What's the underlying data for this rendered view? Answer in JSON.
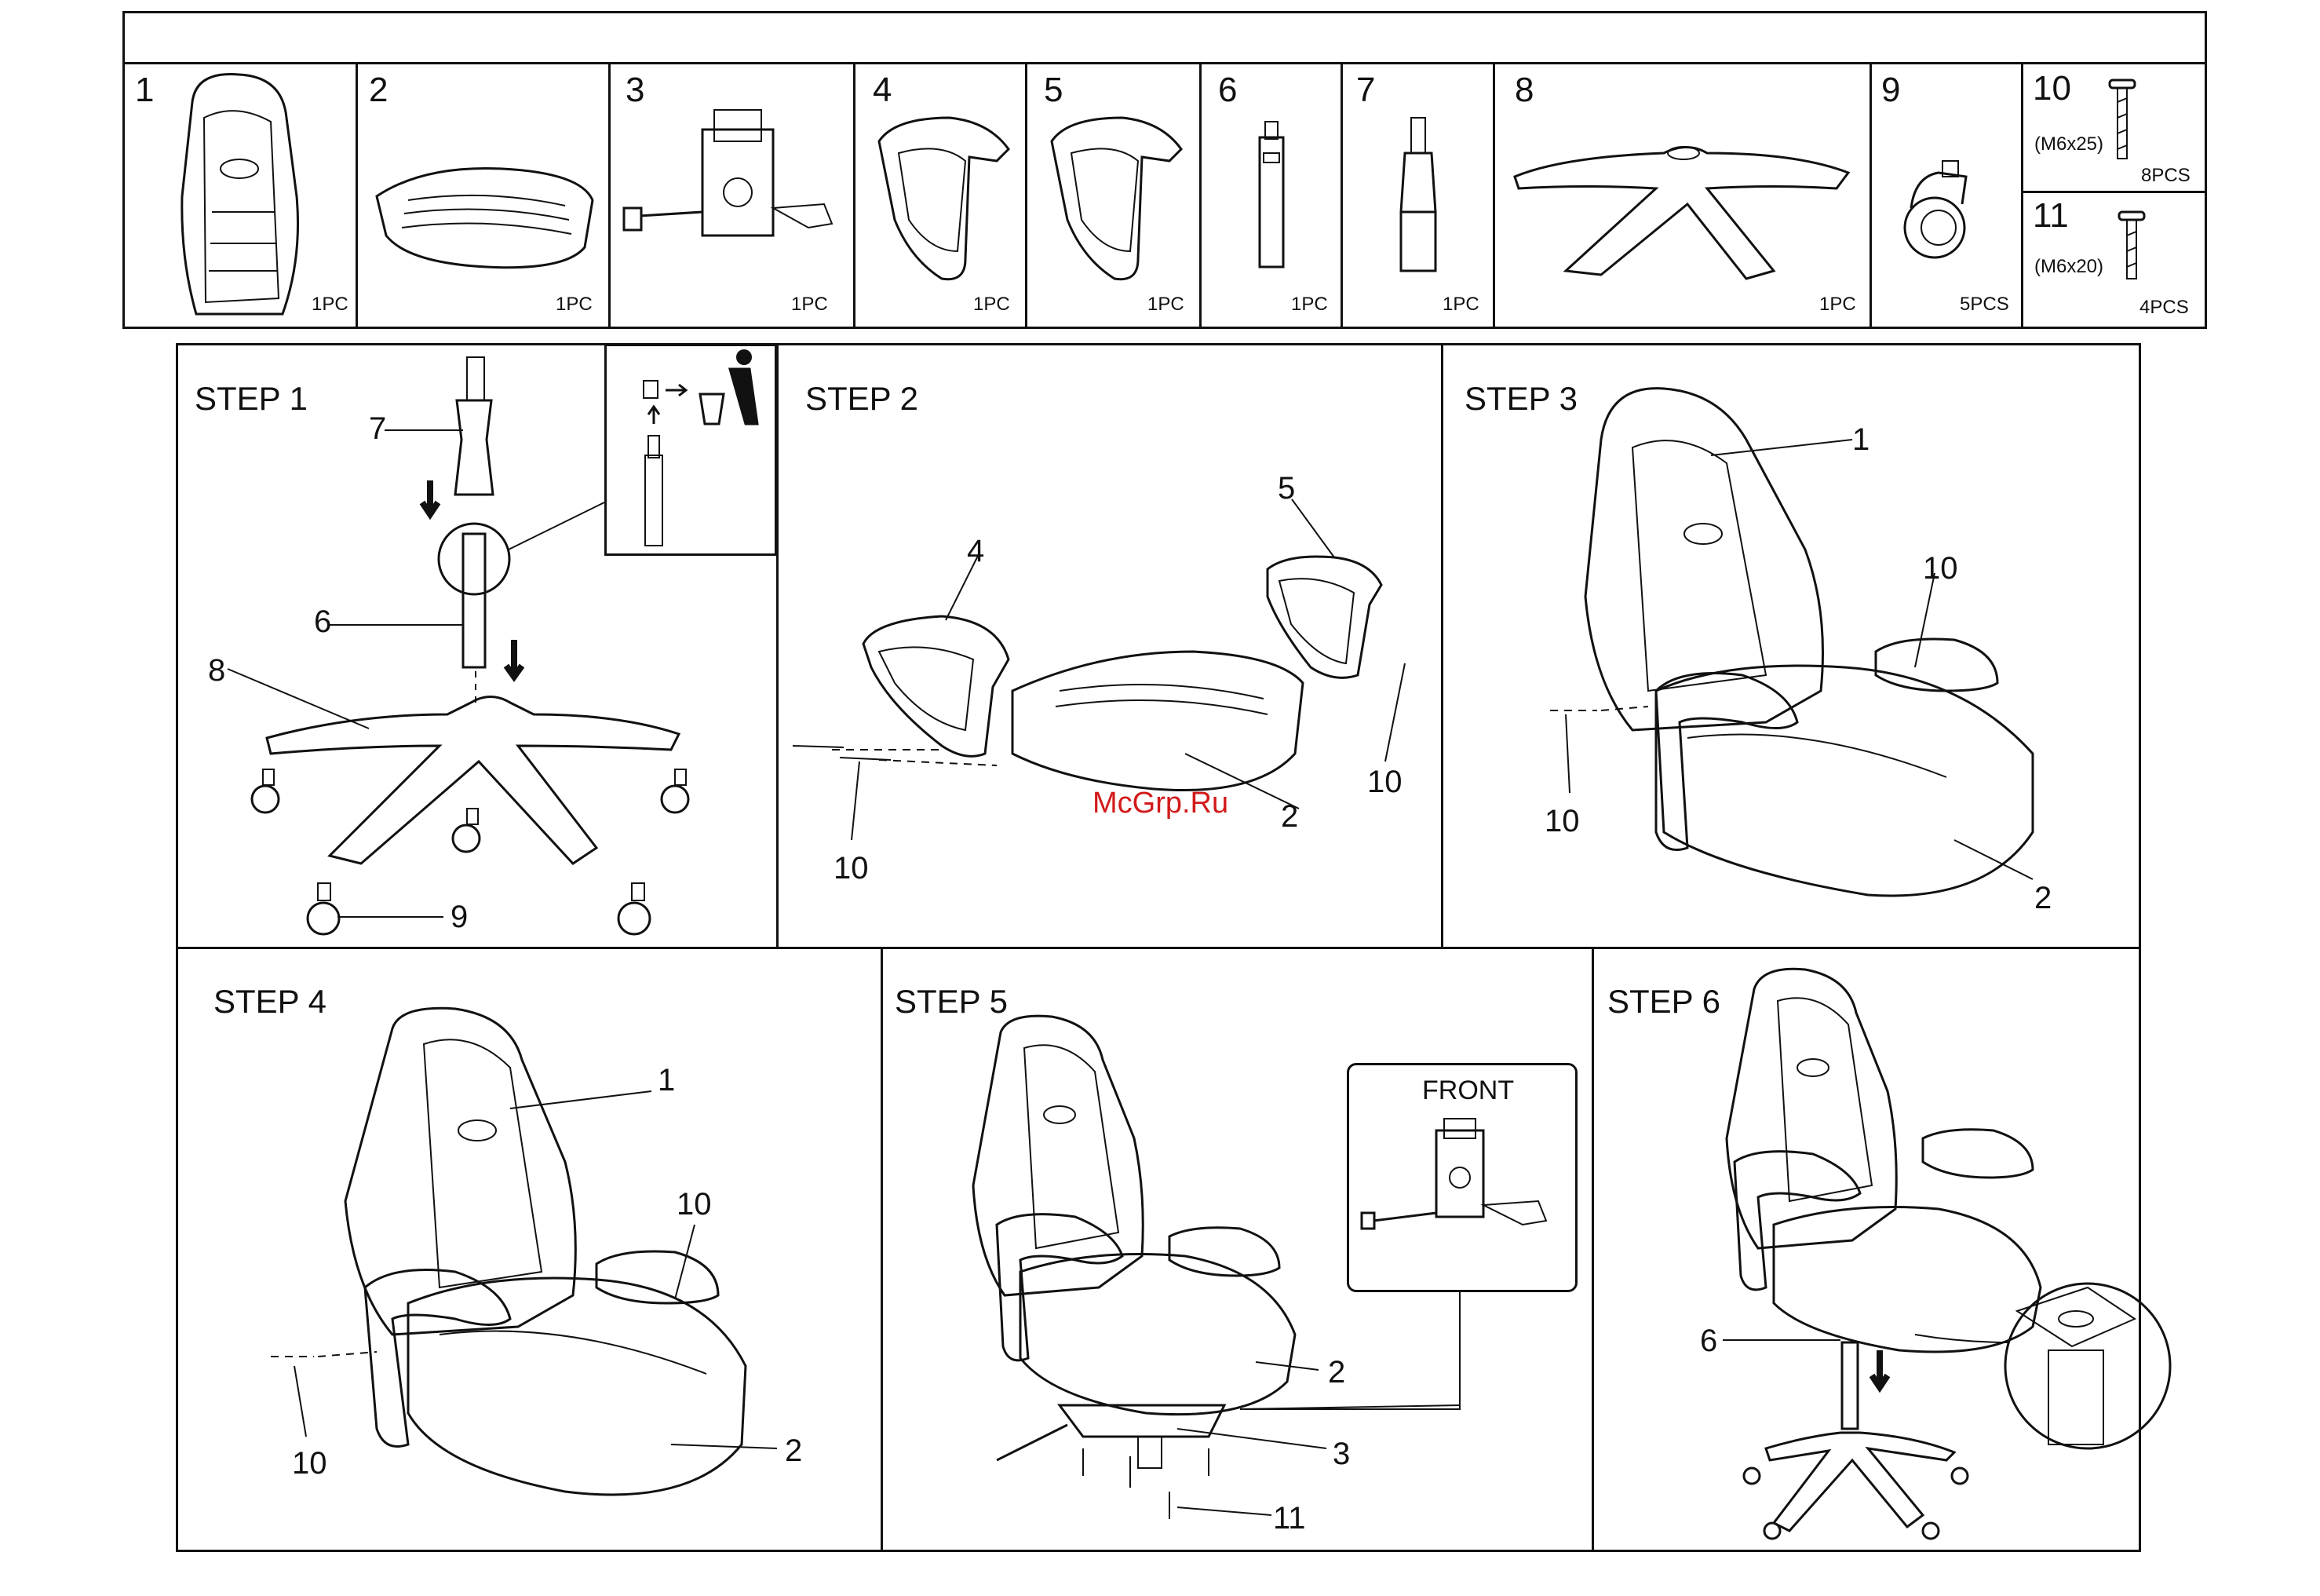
{
  "parts": [
    {
      "num": "1",
      "qty": "1PC",
      "icon": "backrest-icon"
    },
    {
      "num": "2",
      "qty": "1PC",
      "icon": "seat-cushion-icon"
    },
    {
      "num": "3",
      "qty": "1PC",
      "icon": "tilt-mechanism-icon"
    },
    {
      "num": "4",
      "qty": "1PC",
      "icon": "armrest-left-icon"
    },
    {
      "num": "5",
      "qty": "1PC",
      "icon": "armrest-right-icon"
    },
    {
      "num": "6",
      "qty": "1PC",
      "icon": "gas-lift-cover-icon"
    },
    {
      "num": "7",
      "qty": "1PC",
      "icon": "gas-lift-icon"
    },
    {
      "num": "8",
      "qty": "1PC",
      "icon": "star-base-icon"
    },
    {
      "num": "9",
      "qty": "5PCS",
      "icon": "caster-wheel-icon"
    },
    {
      "num": "10",
      "spec": "(M6x25)",
      "qty": "8PCS",
      "icon": "long-screw-icon"
    },
    {
      "num": "11",
      "spec": "(M6x20)",
      "qty": "4PCS",
      "icon": "short-screw-icon"
    }
  ],
  "steps": [
    {
      "title": "STEP 1",
      "callouts": [
        "7",
        "6",
        "8",
        "9"
      ]
    },
    {
      "title": "STEP 2",
      "callouts": [
        "4",
        "5",
        "10",
        "10",
        "2"
      ]
    },
    {
      "title": "STEP 3",
      "callouts": [
        "1",
        "10",
        "10",
        "2"
      ]
    },
    {
      "title": "STEP 4",
      "callouts": [
        "1",
        "10",
        "10",
        "2"
      ]
    },
    {
      "title": "STEP 5",
      "front_label": "FRONT",
      "callouts": [
        "2",
        "3",
        "11"
      ]
    },
    {
      "title": "STEP 6",
      "callouts": [
        "6"
      ]
    }
  ],
  "watermark": "McGrp.Ru",
  "colors": {
    "ink": "#111111",
    "watermark": "#d21a1a"
  }
}
